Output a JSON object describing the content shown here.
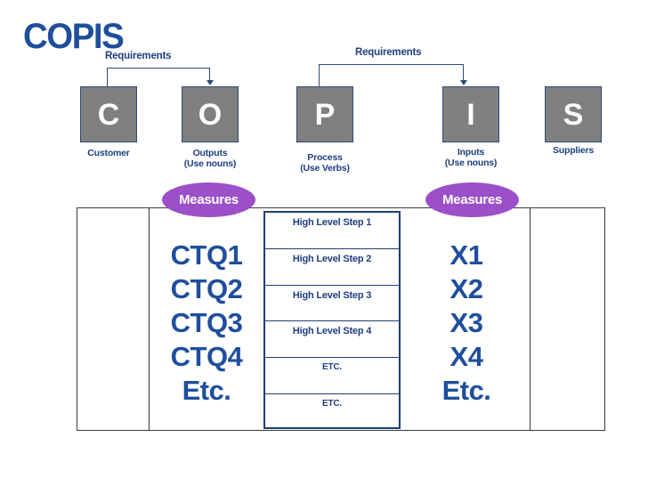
{
  "title": "COPIS",
  "connectors": [
    {
      "label": "Requirements",
      "from": "C",
      "to": "O"
    },
    {
      "label": "Requirements",
      "from": "P",
      "to": "I"
    }
  ],
  "boxes": [
    {
      "letter": "C",
      "label": "Customer"
    },
    {
      "letter": "O",
      "label": "Outputs\n(Use nouns)"
    },
    {
      "letter": "P",
      "label": "Process\n(Use Verbs)"
    },
    {
      "letter": "I",
      "label": "Inputs\n(Use nouns)"
    },
    {
      "letter": "S",
      "label": "Suppliers"
    }
  ],
  "box_labels": {
    "customer": "Customer",
    "outputs_line1": "Outputs",
    "outputs_line2": "(Use nouns)",
    "process_line1": "Process",
    "process_line2": "(Use Verbs)",
    "inputs_line1": "Inputs",
    "inputs_line2": "(Use nouns)",
    "suppliers": "Suppliers"
  },
  "ovals": {
    "left_label": "Measures",
    "right_label": "Measures"
  },
  "table": {
    "outputs_column": [
      "CTQ1",
      "CTQ2",
      "CTQ3",
      "CTQ4",
      "Etc."
    ],
    "process_steps": [
      "High Level Step 1",
      "High Level Step 2",
      "High Level Step 3",
      "High Level Step 4",
      "ETC.",
      "ETC."
    ],
    "inputs_column": [
      "X1",
      "X2",
      "X3",
      "X4",
      "Etc."
    ]
  },
  "colors": {
    "title_blue": "#1F4E9C",
    "box_gray": "#808080",
    "box_border": "#2E4A7A",
    "label_blue": "#1F3E80",
    "oval_purple": "#9B4FC8",
    "table_border": "#3A3A3A",
    "proc_border": "#1F3E70"
  }
}
